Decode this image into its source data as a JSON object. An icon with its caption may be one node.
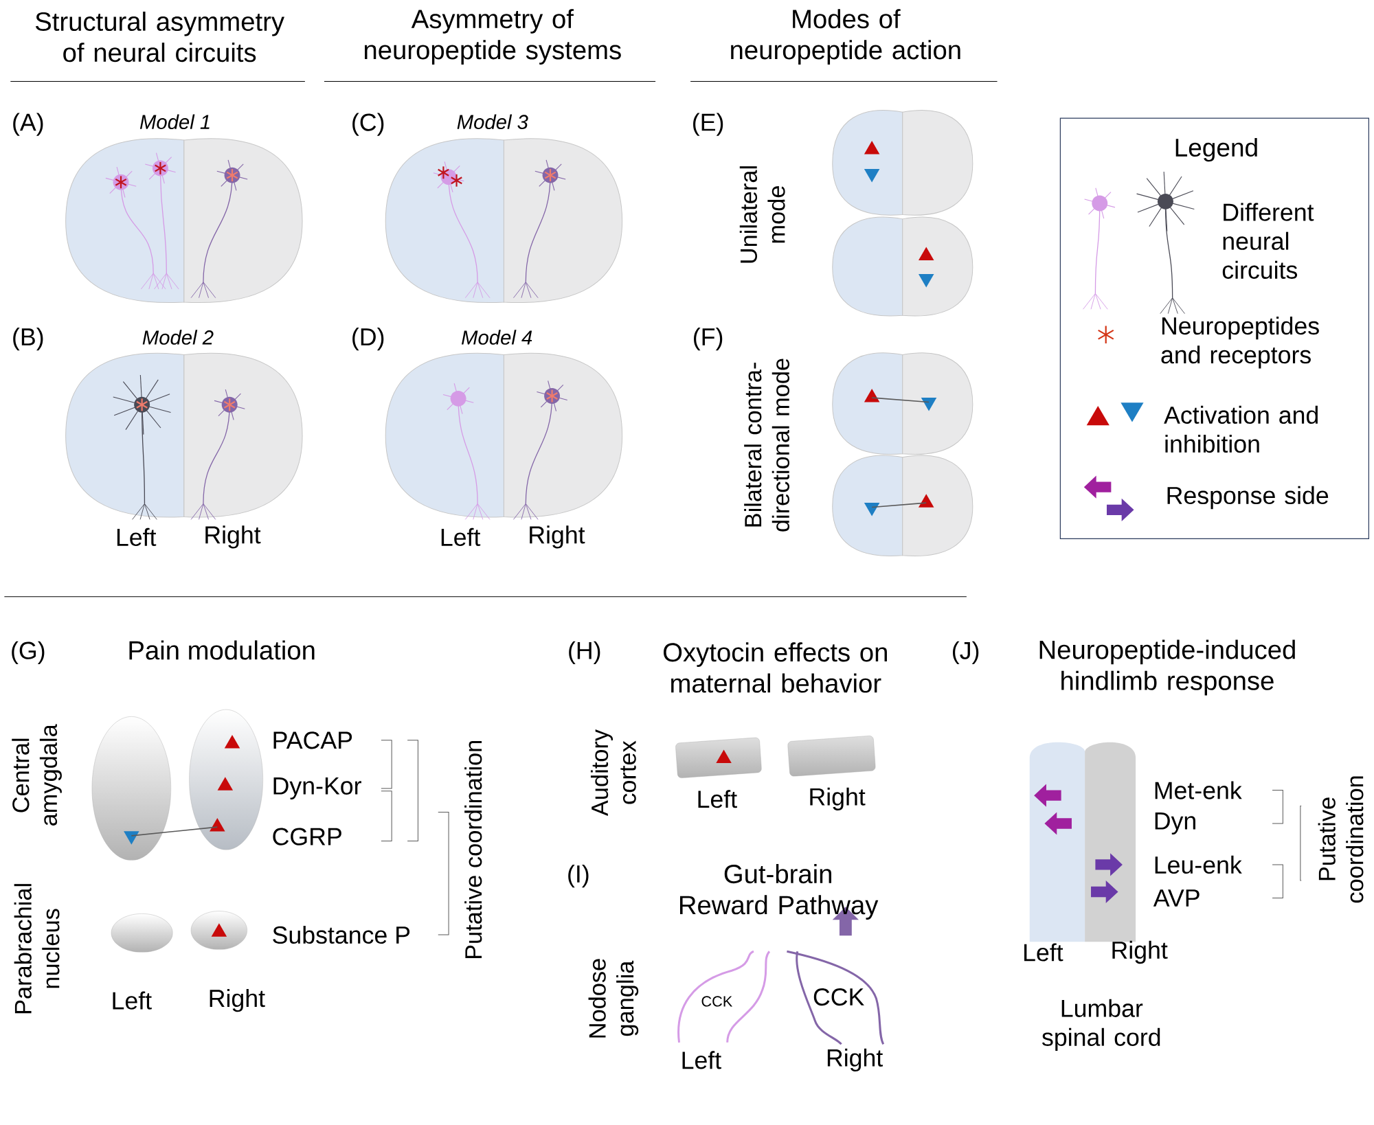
{
  "diagram": {
    "nodes": [
      {
        "text": [],
        "shape": "triangle"
      },
      {
        "text": [],
        "shape": "triangle"
      },
      {
        "text": [],
        "shape": "triangle"
      },
      {
        "text": [],
        "shape": "triangle"
      },
      {
        "text": [],
        "shape": "triangle"
      },
      {
        "text": [],
        "shape": "triangle"
      },
      {
        "text": [],
        "shape": "triangle"
      },
      {
        "text": [],
        "shape": "triangle"
      },
      {
        "text": [],
        "shape": "triangle"
      },
      {
        "text": [],
        "shape": "triangle"
      },
      {
        "text": [],
        "shape": "triangle"
      },
      {
        "text": [],
        "shape": "triangle"
      },
      {
        "text": [],
        "shape": "triangle"
      },
      {
        "text": [],
        "shape": "triangle"
      }
    ],
    "edges": [
      {
        "from": 4,
        "to": 5,
        "arrow": "none"
      },
      {
        "from": 6,
        "to": 7,
        "arrow": "none"
      },
      {
        "from": 11,
        "to": 10,
        "arrow": "none"
      }
    ],
    "labels": [
      "Structural asymmetry of neural circuits",
      "Asymmetry of neuropeptide systems",
      "Modes of neuropeptide action",
      "(A)",
      "Model 1",
      "(C)",
      "Model 3",
      "(E)",
      "Legend",
      "Unilateral mode",
      "(B)",
      "Model 2",
      "(D)",
      "Model 4",
      "(F)",
      "Bilateral contra-directional mode",
      "Left",
      "Right",
      "Left",
      "Right",
      "(G)",
      "Pain modulation",
      "(H)",
      "Oxytocin effects on maternal behavior",
      "(J)",
      "Neuropeptide-induced hindlimb response",
      "Central amygdala",
      "PACAP",
      "Putative coordination",
      "Dyn-Kor",
      "CGRP",
      "Auditory cortex",
      "Left",
      "Right",
      "Met-enk",
      "Putative coordination",
      "Dyn",
      "(I)",
      "Gut-brain Reward Pathway",
      "Leu-enk",
      "AVP",
      "Substance P",
      "Parabrachial nucleus",
      "Left",
      "Right",
      "Left",
      "Right",
      "Nodose ganglia",
      "CCK",
      "CCK",
      "Lumbar spinal cord",
      "Left",
      "Right"
    ],
    "legend": [
      {
        "text": "Different neural circuits"
      },
      {
        "text": "Neuropeptides and receptors"
      },
      {
        "text": "Activation and inhibition"
      },
      {
        "text": "Response side"
      }
    ]
  }
}
